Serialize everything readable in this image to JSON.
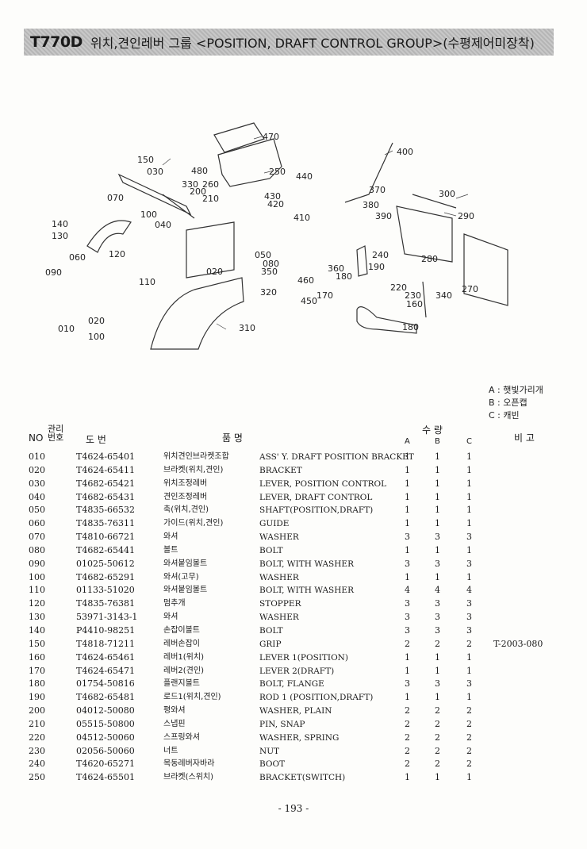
{
  "header": {
    "code": "T770D",
    "title": "위치,견인레버 그룹 <POSITION, DRAFT CONTROL GROUP>(수평제어미장착)"
  },
  "diagram": {
    "callouts": [
      "470",
      "400",
      "150",
      "030",
      "480",
      "250",
      "330",
      "260",
      "440",
      "370",
      "300",
      "070",
      "200",
      "210",
      "430",
      "420",
      "380",
      "290",
      "100",
      "410",
      "390",
      "140",
      "040",
      "130",
      "120",
      "060",
      "050",
      "240",
      "280",
      "080",
      "190",
      "090",
      "110",
      "020",
      "350",
      "360",
      "180",
      "460",
      "270",
      "220",
      "320",
      "170",
      "230",
      "340",
      "450",
      "160",
      "310",
      "180",
      "010",
      "020",
      "100"
    ]
  },
  "legend": {
    "a": "A : 햇빛가리개",
    "b": "B : 오픈캡",
    "c": "C : 캐빈"
  },
  "table": {
    "headers": {
      "no": "NO",
      "mgmt": "관리 번호",
      "drawing": "도 번",
      "part_name": "품 명",
      "qty": "수 량",
      "a": "A",
      "b": "B",
      "c": "C",
      "remark": "비 고"
    },
    "rows": [
      {
        "no": "010",
        "pn": "T4624-65401",
        "kr": "위치견인브라켓조합",
        "en": "ASS' Y. DRAFT POSITION BRACKET",
        "a": "1",
        "b": "1",
        "c": "1",
        "rm": ""
      },
      {
        "no": "020",
        "pn": "T4624-65411",
        "kr": "브라켓(위치,견인)",
        "en": "BRACKET",
        "a": "1",
        "b": "1",
        "c": "1",
        "rm": ""
      },
      {
        "no": "030",
        "pn": "T4682-65421",
        "kr": "위치조정레버",
        "en": "LEVER, POSITION CONTROL",
        "a": "1",
        "b": "1",
        "c": "1",
        "rm": ""
      },
      {
        "no": "040",
        "pn": "T4682-65431",
        "kr": "견인조정레버",
        "en": "LEVER, DRAFT CONTROL",
        "a": "1",
        "b": "1",
        "c": "1",
        "rm": ""
      },
      {
        "no": "050",
        "pn": "T4835-66532",
        "kr": "축(위치,견인)",
        "en": "SHAFT(POSITION,DRAFT)",
        "a": "1",
        "b": "1",
        "c": "1",
        "rm": ""
      },
      {
        "no": "060",
        "pn": "T4835-76311",
        "kr": "가이드(위치,견인)",
        "en": "GUIDE",
        "a": "1",
        "b": "1",
        "c": "1",
        "rm": ""
      },
      {
        "no": "070",
        "pn": "T4810-66721",
        "kr": "와셔",
        "en": "WASHER",
        "a": "3",
        "b": "3",
        "c": "3",
        "rm": ""
      },
      {
        "no": "080",
        "pn": "T4682-65441",
        "kr": "볼트",
        "en": "BOLT",
        "a": "1",
        "b": "1",
        "c": "1",
        "rm": ""
      },
      {
        "no": "090",
        "pn": "01025-50612",
        "kr": "와셔붙임볼트",
        "en": "BOLT, WITH WASHER",
        "a": "3",
        "b": "3",
        "c": "3",
        "rm": ""
      },
      {
        "no": "100",
        "pn": "T4682-65291",
        "kr": "와셔(고무)",
        "en": "WASHER",
        "a": "1",
        "b": "1",
        "c": "1",
        "rm": ""
      },
      {
        "no": "110",
        "pn": "01133-51020",
        "kr": "와셔붙임볼트",
        "en": "BOLT, WITH WASHER",
        "a": "4",
        "b": "4",
        "c": "4",
        "rm": ""
      },
      {
        "no": "120",
        "pn": "T4835-76381",
        "kr": "멈추개",
        "en": "STOPPER",
        "a": "3",
        "b": "3",
        "c": "3",
        "rm": ""
      },
      {
        "no": "130",
        "pn": "53971-3143-1",
        "kr": "와셔",
        "en": "WASHER",
        "a": "3",
        "b": "3",
        "c": "3",
        "rm": ""
      },
      {
        "no": "140",
        "pn": "P4410-98251",
        "kr": "손잡이볼트",
        "en": "BOLT",
        "a": "3",
        "b": "3",
        "c": "3",
        "rm": ""
      },
      {
        "no": "150",
        "pn": "T4818-71211",
        "kr": "레버손잡이",
        "en": "GRIP",
        "a": "2",
        "b": "2",
        "c": "2",
        "rm": "T-2003-080"
      },
      {
        "no": "160",
        "pn": "T4624-65461",
        "kr": "레버1(위치)",
        "en": "LEVER 1(POSITION)",
        "a": "1",
        "b": "1",
        "c": "1",
        "rm": ""
      },
      {
        "no": "170",
        "pn": "T4624-65471",
        "kr": "레버2(견인)",
        "en": "LEVER 2(DRAFT)",
        "a": "1",
        "b": "1",
        "c": "1",
        "rm": ""
      },
      {
        "no": "180",
        "pn": "01754-50816",
        "kr": "플랜지볼트",
        "en": "BOLT, FLANGE",
        "a": "3",
        "b": "3",
        "c": "3",
        "rm": ""
      },
      {
        "no": "190",
        "pn": "T4682-65481",
        "kr": "로드1(위치,견인)",
        "en": "ROD 1 (POSITION,DRAFT)",
        "a": "1",
        "b": "1",
        "c": "1",
        "rm": ""
      },
      {
        "no": "200",
        "pn": "04012-50080",
        "kr": "평와셔",
        "en": "WASHER, PLAIN",
        "a": "2",
        "b": "2",
        "c": "2",
        "rm": ""
      },
      {
        "no": "210",
        "pn": "05515-50800",
        "kr": "스냅핀",
        "en": "PIN, SNAP",
        "a": "2",
        "b": "2",
        "c": "2",
        "rm": ""
      },
      {
        "no": "220",
        "pn": "04512-50060",
        "kr": "스프링와셔",
        "en": "WASHER, SPRING",
        "a": "2",
        "b": "2",
        "c": "2",
        "rm": ""
      },
      {
        "no": "230",
        "pn": "02056-50060",
        "kr": "너트",
        "en": "NUT",
        "a": "2",
        "b": "2",
        "c": "2",
        "rm": ""
      },
      {
        "no": "240",
        "pn": "T4620-65271",
        "kr": "목동레버자바라",
        "en": "BOOT",
        "a": "2",
        "b": "2",
        "c": "2",
        "rm": ""
      },
      {
        "no": "250",
        "pn": "T4624-65501",
        "kr": "브라켓(스위치)",
        "en": "BRACKET(SWITCH)",
        "a": "1",
        "b": "1",
        "c": "1",
        "rm": ""
      }
    ]
  },
  "page_number": "- 193 -"
}
